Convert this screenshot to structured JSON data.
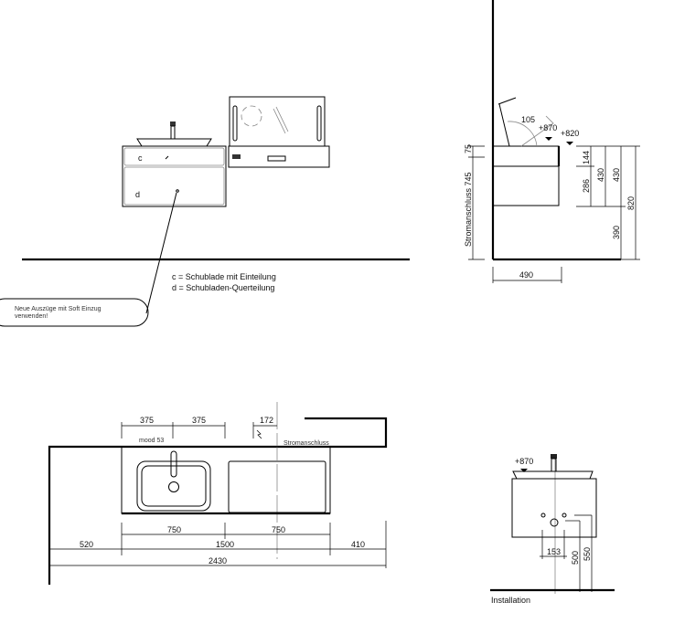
{
  "elevation": {
    "drawer_c_label": "c",
    "drawer_d_label": "d",
    "legend": [
      "c = Schublade mit Einteilung",
      "d = Schubladen-Querteilung"
    ],
    "callout": [
      "Neue Auszüge mit Soft Einzug",
      "verwenden!"
    ]
  },
  "section": {
    "angle": "105",
    "level_870": "+870",
    "level_820": "+820",
    "dim_75": "75",
    "power_label": "Stromanschluss 745",
    "dim_144": "144",
    "dim_286": "286",
    "dim_430a": "430",
    "dim_430b": "430",
    "dim_820": "820",
    "dim_390": "390",
    "dim_490": "490"
  },
  "plan": {
    "dim_375a": "375",
    "dim_375b": "375",
    "dim_172": "172",
    "product": "mood 53",
    "power_label": "Stromanschluss",
    "dim_750a": "750",
    "dim_750b": "750",
    "dim_520": "520",
    "dim_1500": "1500",
    "dim_410": "410",
    "dim_2430": "2430"
  },
  "installation": {
    "level_870": "+870",
    "dim_153": "153",
    "dim_500": "500",
    "dim_550": "550",
    "title": "Installation"
  }
}
